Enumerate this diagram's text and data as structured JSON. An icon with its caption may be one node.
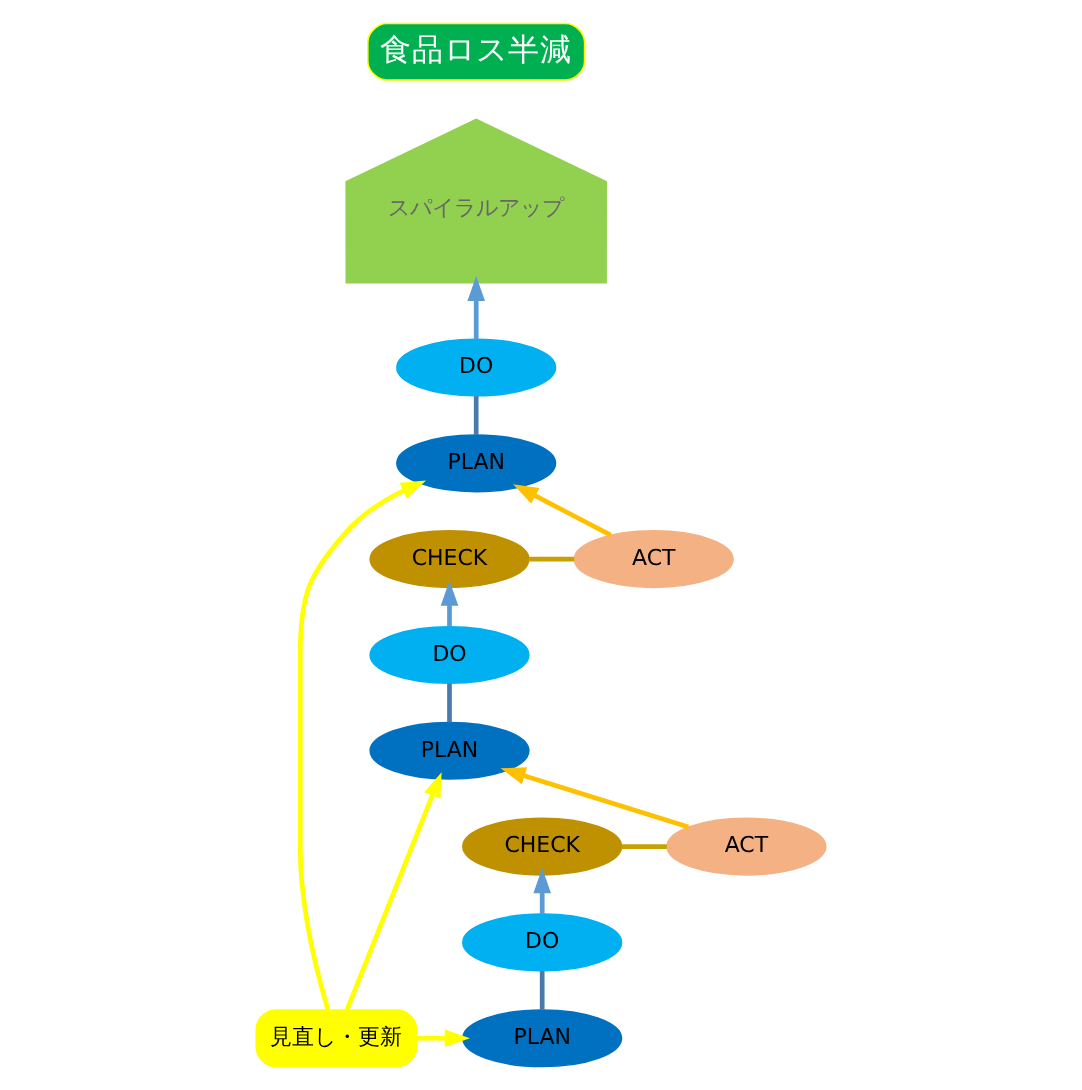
{
  "diagram": {
    "nodes": [
      {
        "text": [
          "食品ロス半減"
        ]
      },
      {
        "text": [
          "スパイラルアップ"
        ]
      },
      {
        "text": [
          "DO"
        ]
      },
      {
        "text": [
          "CHECK"
        ]
      },
      {
        "text": [
          "ACT"
        ]
      },
      {
        "text": [
          "PLAN"
        ]
      },
      {
        "text": [
          "DO"
        ]
      },
      {
        "text": [
          "CHECK"
        ]
      },
      {
        "text": [
          "ACT"
        ]
      },
      {
        "text": [
          "PLAN"
        ]
      },
      {
        "text": [
          "DO"
        ]
      },
      {
        "text": [
          "PLAN"
        ]
      },
      {
        "text": [
          "見直し・更新"
        ]
      }
    ],
    "edges": [
      {
        "from": 11,
        "to": 10,
        "arrow": "none",
        "color": "#4a7aab"
      },
      {
        "from": 10,
        "to": 7,
        "arrow": "to",
        "color": "#5b9bd5"
      },
      {
        "from": 7,
        "to": 8,
        "arrow": "none",
        "color": "#c8a000"
      },
      {
        "from": 8,
        "to": 9,
        "arrow": "to",
        "color": "#ffc000"
      },
      {
        "from": 9,
        "to": 6,
        "arrow": "none",
        "color": "#4a7aab"
      },
      {
        "from": 6,
        "to": 3,
        "arrow": "to",
        "color": "#5b9bd5"
      },
      {
        "from": 3,
        "to": 4,
        "arrow": "none",
        "color": "#c8a000"
      },
      {
        "from": 4,
        "to": 5,
        "arrow": "to",
        "color": "#ffc000"
      },
      {
        "from": 5,
        "to": 2,
        "arrow": "none",
        "color": "#4a7aab"
      },
      {
        "from": 2,
        "to": 1,
        "arrow": "to",
        "color": "#5b9bd5"
      },
      {
        "from": 12,
        "to": 11,
        "arrow": "to",
        "color": "#ffff00"
      },
      {
        "from": 12,
        "to": 9,
        "arrow": "to",
        "color": "#ffff00"
      },
      {
        "from": 12,
        "to": 5,
        "arrow": "to",
        "color": "#ffff00"
      }
    ]
  }
}
